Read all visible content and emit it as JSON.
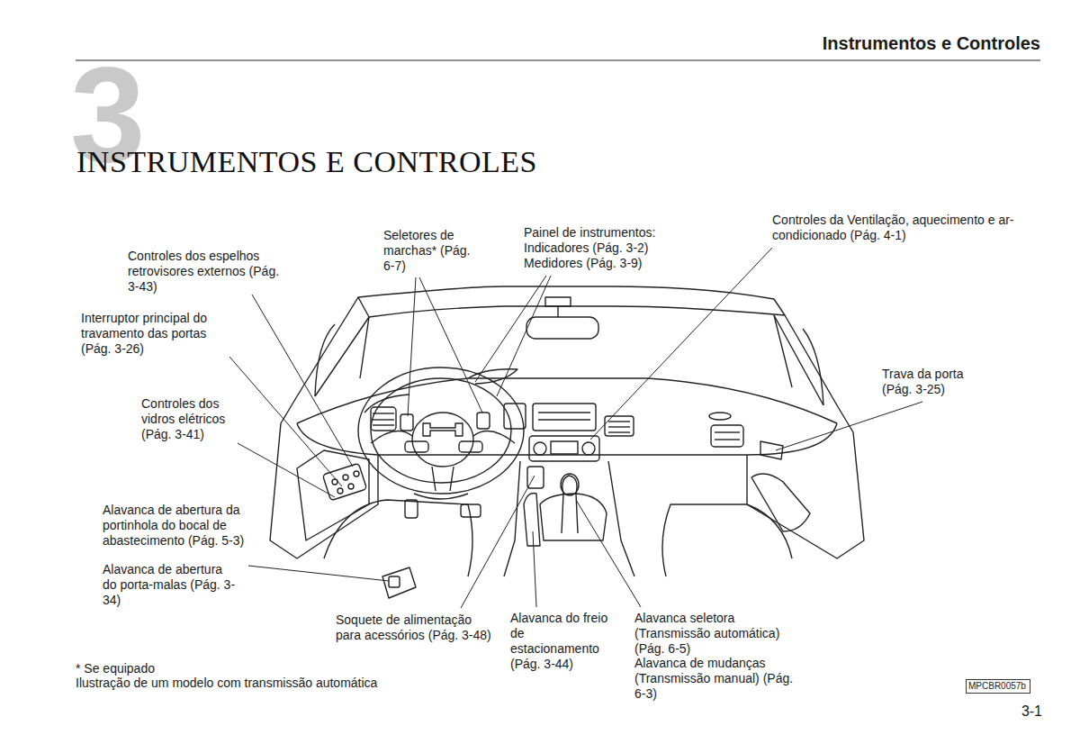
{
  "diagram": {
    "title": "INSTRUMENTOS E CONTROLES",
    "labels": [
      "Instrumentos e Controles",
      "3",
      "Seletores de marchas* (Pág. 6-7)",
      "Painel de instrumentos: Indicadores (Pág. 3-2) Medidores (Pág. 3-9)",
      "Controles da Ventilação, aquecimento e ar-condicionado (Pág. 4-1)",
      "Controles dos espelhos retrovisores externos (Pág. 3-43)",
      "Interruptor principal do travamento das portas (Pág. 3-26)",
      "Trava da porta (Pág. 3-25)",
      "Controles dos vidros elétricos (Pág. 3-41)",
      "Alavanca de abertura da portinhola do bocal de abastecimento (Pág. 5-3)",
      "Alavanca de abertura do porta-malas (Pág. 3-34)",
      "Soquete de alimentação para acessórios (Pág. 3-48)",
      "Alavanca do freio de estacionamento (Pág. 3-44)",
      "Alavanca seletora (Transmissão automática) (Pág. 6-5)",
      "Alavanca de mudanças (Transmissão manual) (Pág. 6-3)",
      "* Se equipado",
      "Ilustração de um modelo com transmissão automática",
      "MPCBR0057b",
      "3-1"
    ]
  }
}
